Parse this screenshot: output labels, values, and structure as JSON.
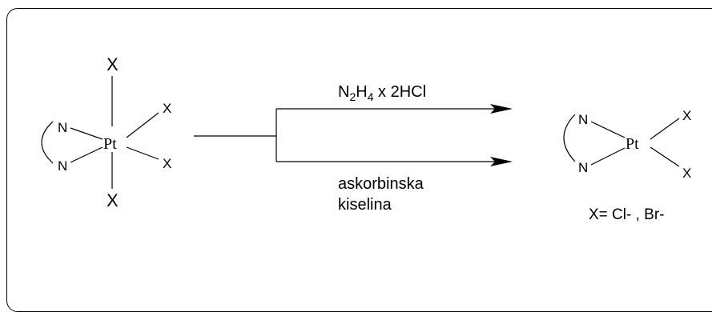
{
  "reactant": {
    "axial_top": "X",
    "axial_bottom": "X",
    "eq_upper_right": "X",
    "eq_lower_right": "X",
    "n_upper": "N",
    "n_lower": "N",
    "metal": "Pt"
  },
  "reagents": {
    "upper": {
      "n": "N",
      "n_sub": "2",
      "h": "H",
      "h_sub": "4",
      "rest": " x 2HCl"
    },
    "lower_line1": "askorbinska",
    "lower_line2": "kiselina"
  },
  "product": {
    "n_upper": "N",
    "n_lower": "N",
    "metal": "Pt",
    "x_upper": "X",
    "x_lower": "X",
    "legend": "X= Cl- , Br-"
  }
}
